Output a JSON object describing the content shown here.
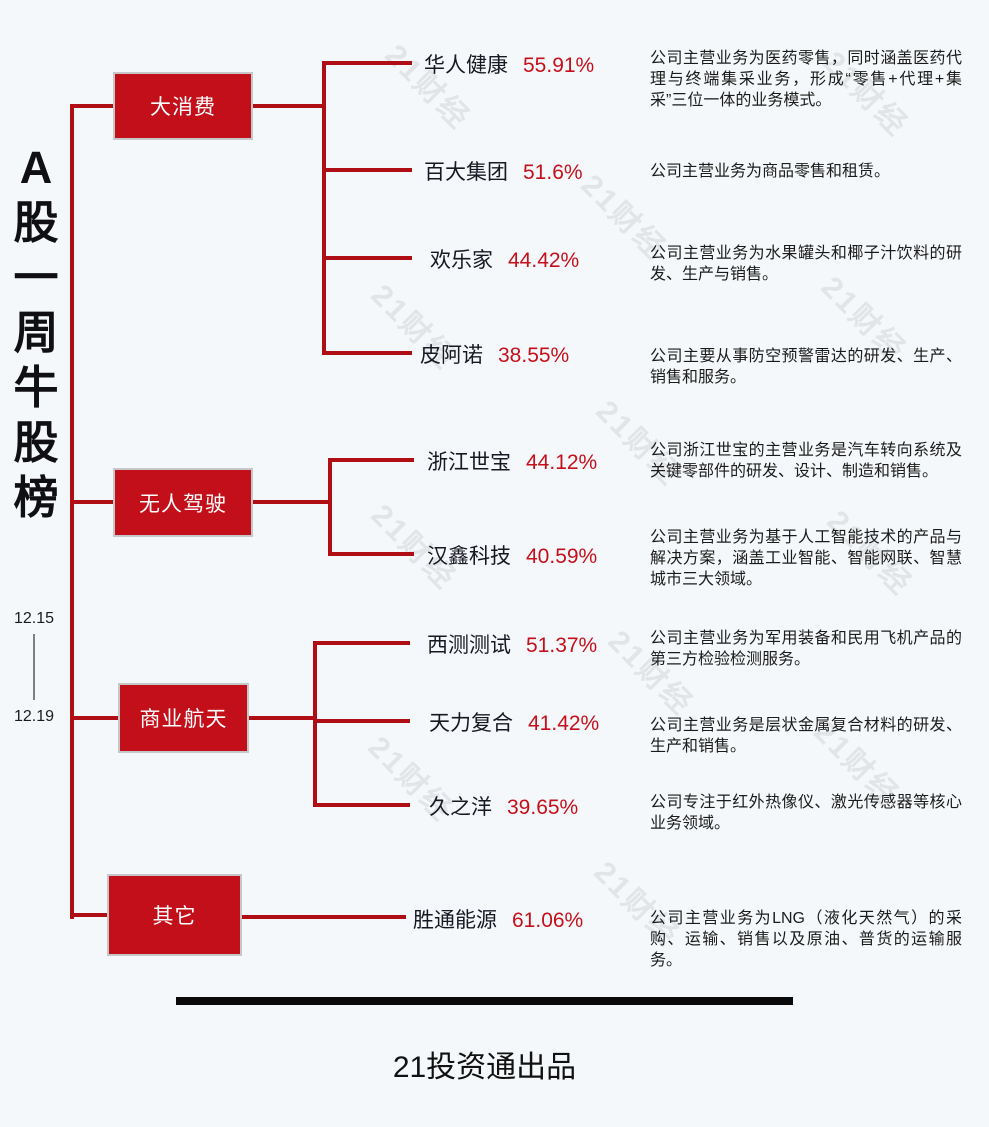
{
  "title": {
    "text": "A股一周牛股榜"
  },
  "date_range": {
    "start": "12.15",
    "end": "12.19"
  },
  "watermark": {
    "text": "21财经"
  },
  "footer": {
    "brand": "21投资通出品"
  },
  "colors": {
    "background": "#F5F8FA",
    "box_red": "#C20F1A",
    "line_red": "#AF0E14",
    "percent_red": "#C5101B",
    "watermark_gray": "#DFE2E6",
    "footer_bar_black": "#0A0A0A"
  },
  "categories": [
    {
      "label": "大消费",
      "stocks": [
        {
          "name": "华人健康",
          "pct": "55.91%",
          "desc": "公司主营业务为医药零售，同时涵盖医药代理与终端集采业务，形成“零售+代理+集采”三位一体的业务模式。"
        },
        {
          "name": "百大集团",
          "pct": "51.6%",
          "desc": "公司主营业务为商品零售和租赁。"
        },
        {
          "name": "欢乐家",
          "pct": "44.42%",
          "desc": "公司主营业务为水果罐头和椰子汁饮料的研发、生产与销售。"
        },
        {
          "name": "皮阿诺",
          "pct": "38.55%",
          "desc": "公司主要从事防空预警雷达的研发、生产、销售和服务。"
        }
      ]
    },
    {
      "label": "无人驾驶",
      "stocks": [
        {
          "name": "浙江世宝",
          "pct": "44.12%",
          "desc": "公司浙江世宝的主营业务是汽车转向系统及关键零部件的研发、设计、制造和销售。"
        },
        {
          "name": "汉鑫科技",
          "pct": "40.59%",
          "desc": "公司主营业务为基于人工智能技术的产品与解决方案，涵盖工业智能、智能网联、智慧城市三大领域。"
        }
      ]
    },
    {
      "label": "商业航天",
      "stocks": [
        {
          "name": "西测测试",
          "pct": "51.37%",
          "desc": "公司主营业务为军用装备和民用飞机产品的第三方检验检测服务。"
        },
        {
          "name": "天力复合",
          "pct": "41.42%",
          "desc": "公司主营业务是层状金属复合材料的研发、生产和销售。"
        },
        {
          "name": "久之洋",
          "pct": "39.65%",
          "desc": "公司专注于红外热像仪、激光传感器等核心业务领域。"
        }
      ]
    },
    {
      "label": "其它",
      "stocks": [
        {
          "name": "胜通能源",
          "pct": "61.06%",
          "desc": "公司主营业务为LNG（液化天然气）的采购、运输、销售以及原油、普货的运输服务。"
        }
      ]
    }
  ]
}
